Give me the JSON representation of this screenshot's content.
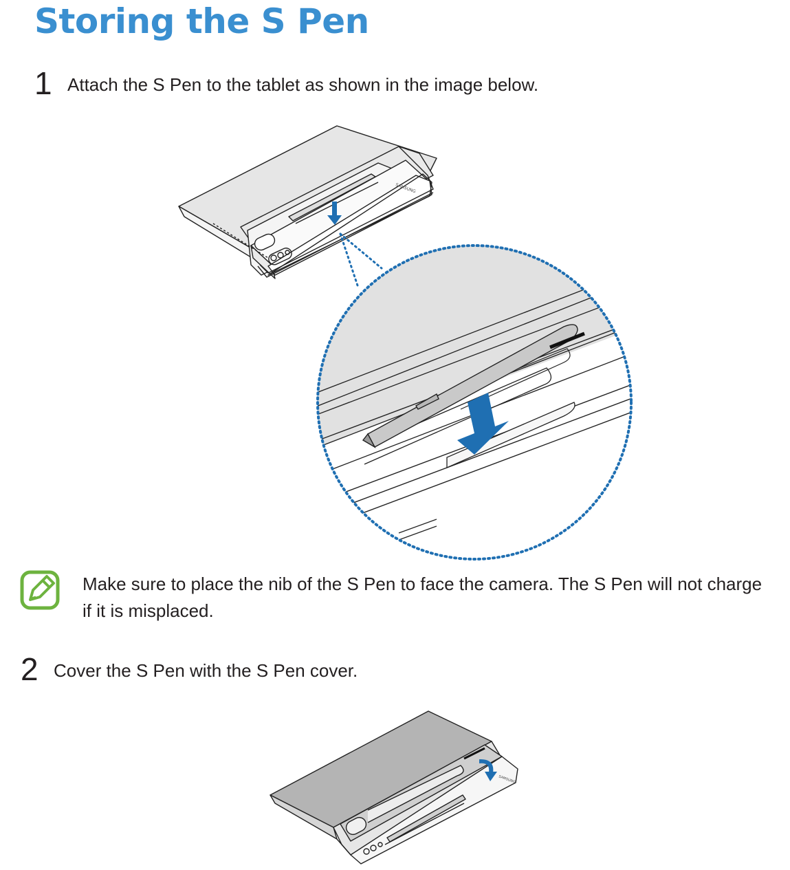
{
  "page": {
    "title": "Storing the S Pen"
  },
  "steps": [
    {
      "number": "1",
      "text": "Attach the S Pen to the tablet as shown in the image below."
    },
    {
      "number": "2",
      "text": "Cover the S Pen with the S Pen cover."
    }
  ],
  "note": {
    "icon": "note-pencil-icon",
    "icon_color": "#6db33f",
    "text": "Make sure to place the nib of the S Pen to face the camera. The S Pen will not charge if it is misplaced."
  },
  "figures": {
    "arrow_color": "#1f6fb2",
    "callout_dot_color": "#1f6fb2"
  }
}
